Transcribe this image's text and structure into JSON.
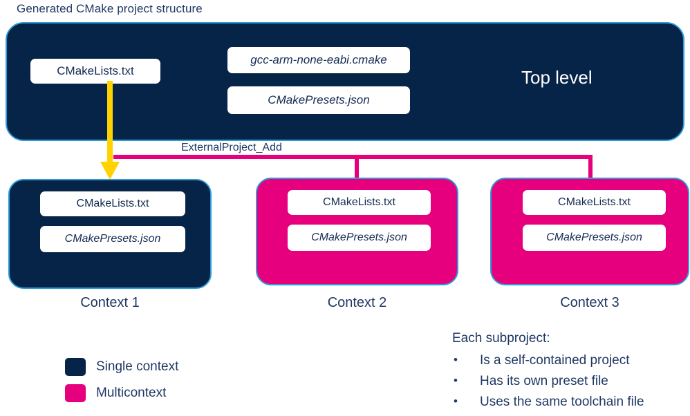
{
  "title": "Generated CMake project structure",
  "colors": {
    "navy": "#062348",
    "magenta": "#e6007e",
    "outline_blue": "#2e9bd6",
    "arrow_yellow": "#ffd200",
    "text_navy": "#1f3864",
    "chip_white": "#ffffff"
  },
  "top_level": {
    "label": "Top level",
    "files": [
      {
        "name": "CMakeLists.txt",
        "italic": false
      },
      {
        "name": "gcc-arm-none-eabi.cmake",
        "italic": true
      },
      {
        "name": "CMakePresets.json",
        "italic": true
      }
    ]
  },
  "connector": {
    "label": "ExternalProject_Add",
    "arrow_icon": "down-arrow-icon"
  },
  "contexts": [
    {
      "caption": "Context 1",
      "kind": "single",
      "files": [
        {
          "name": "CMakeLists.txt",
          "italic": false
        },
        {
          "name": "CMakePresets.json",
          "italic": true
        }
      ]
    },
    {
      "caption": "Context 2",
      "kind": "multi",
      "files": [
        {
          "name": "CMakeLists.txt",
          "italic": false
        },
        {
          "name": "CMakePresets.json",
          "italic": true
        }
      ]
    },
    {
      "caption": "Context 3",
      "kind": "multi",
      "files": [
        {
          "name": "CMakeLists.txt",
          "italic": false
        },
        {
          "name": "CMakePresets.json",
          "italic": true
        }
      ]
    }
  ],
  "legend": [
    {
      "label": "Single context",
      "color": "#062348"
    },
    {
      "label": "Multicontext",
      "color": "#e6007e"
    }
  ],
  "notes": {
    "heading": "Each subproject:",
    "bullet_glyph": "•",
    "items": [
      "Is a self-contained project",
      "Has its own preset file",
      "Uses the same toolchain file"
    ]
  }
}
